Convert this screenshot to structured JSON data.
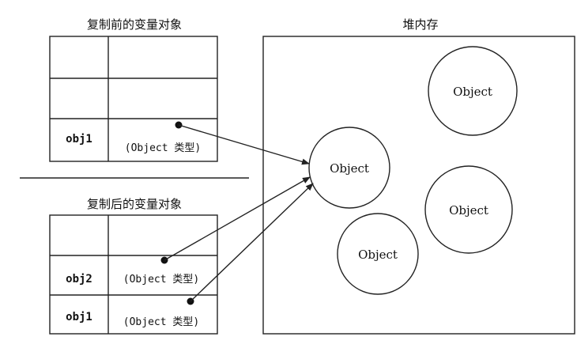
{
  "before_title": "复制前的变量对象",
  "after_title": "复制后的变量对象",
  "heap_title": "堆内存",
  "before_rows": [
    {
      "name": "",
      "value": ""
    },
    {
      "name": "",
      "value": ""
    },
    {
      "name": "obj1",
      "value": "(Object 类型)"
    }
  ],
  "after_rows": [
    {
      "name": "",
      "value": ""
    },
    {
      "name": "obj2",
      "value": "(Object 类型)"
    },
    {
      "name": "obj1",
      "value": "(Object 类型)"
    }
  ],
  "heap_objects": [
    "Object",
    "Object",
    "Object",
    "Object"
  ]
}
